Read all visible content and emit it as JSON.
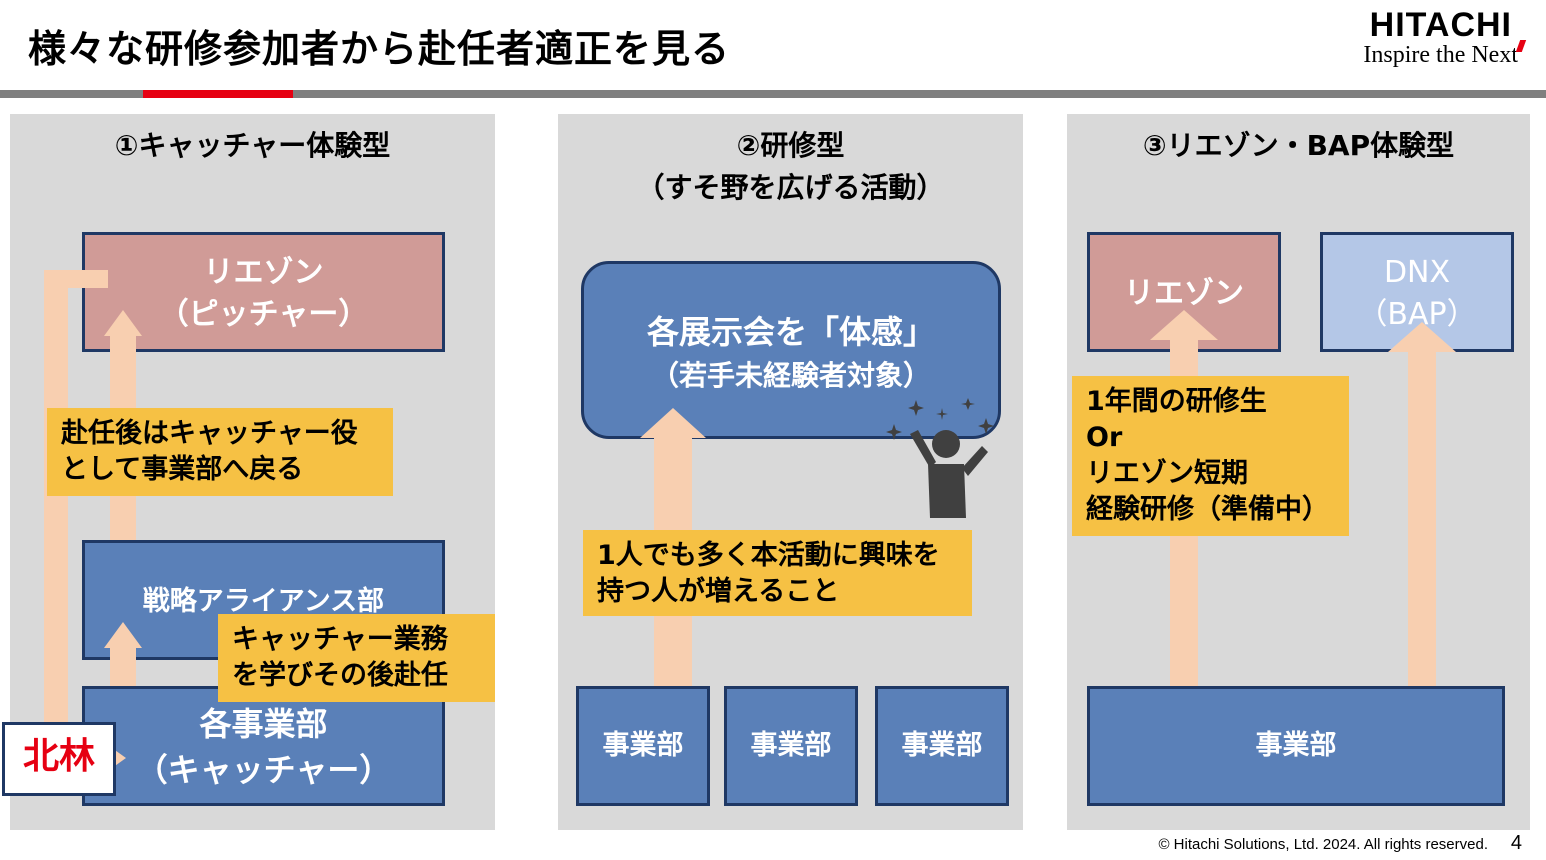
{
  "header": {
    "title": "様々な研修参加者から赴任者適正を見る",
    "logo_main": "HITACHI",
    "logo_sub": "Inspire the Next"
  },
  "panel1": {
    "title": "①キャッチャー体験型",
    "liaison_line1": "リエゾン",
    "liaison_line2": "（ピッチャー）",
    "note1_line1": "赴任後はキャッチャー役",
    "note1_line2": "として事業部へ戻る",
    "strategy": "戦略アライアンス部",
    "note2_line1": "キャッチャー業務",
    "note2_line2": "を学びその後赴任",
    "divisions_line1": "各事業部",
    "divisions_line2": "（キャッチャー）",
    "name": "北林"
  },
  "panel2": {
    "title_line1": "②研修型",
    "title_line2": "（すそ野を広げる活動）",
    "main_line1": "各展示会を「体感」",
    "main_line2": "（若手未経験者対象）",
    "note_line1": "1人でも多く本活動に興味を",
    "note_line2": "持つ人が増えること",
    "div1": "事業部",
    "div2": "事業部",
    "div3": "事業部"
  },
  "panel3": {
    "title": "③リエゾン・BAP体験型",
    "liaison": "リエゾン",
    "dnx_line1": "DNX",
    "dnx_line2": "（BAP）",
    "note_line1": "1年間の研修生",
    "note_line2": "Or",
    "note_line3": "リエゾン短期",
    "note_line4": "経験研修（準備中）",
    "division": "事業部"
  },
  "footer": {
    "copyright": "© Hitachi Solutions, Ltd. 2024. All rights reserved.",
    "page": "4"
  },
  "colors": {
    "brand_red": "#e60012",
    "panel_gray": "#d9d9d9",
    "pink": "#d09b97",
    "blue": "#5a80b8",
    "light_blue": "#b4c7e7",
    "yellow": "#f6c144",
    "arrow": "#f8cfb0"
  }
}
